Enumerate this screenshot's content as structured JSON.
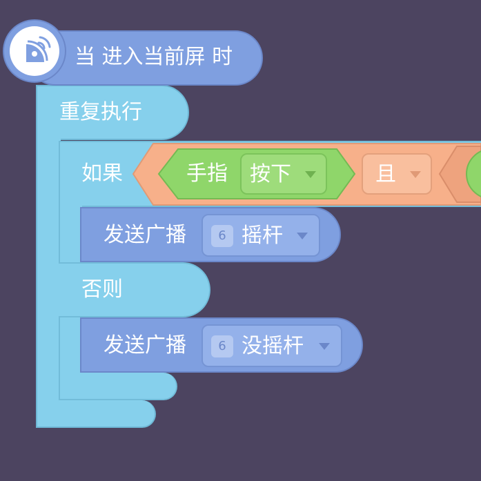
{
  "event": {
    "label": "当 进入当前屏 时",
    "icon": "satellite-dish-icon"
  },
  "repeat": {
    "label": "重复执行"
  },
  "if_block": {
    "if_label": "如果",
    "else_label": "否则"
  },
  "condition": {
    "finger_label": "手指",
    "finger_state": "按下",
    "operator": "且"
  },
  "broadcasts": [
    {
      "label": "发送广播",
      "number": "6",
      "message": "摇杆"
    },
    {
      "label": "发送广播",
      "number": "6",
      "message": "没摇杆"
    }
  ],
  "colors": {
    "background": "#4c4460",
    "event": "#7f9fe0",
    "control": "#86d0ec",
    "operator": "#f7b08a",
    "sensing": "#8fd66a"
  }
}
